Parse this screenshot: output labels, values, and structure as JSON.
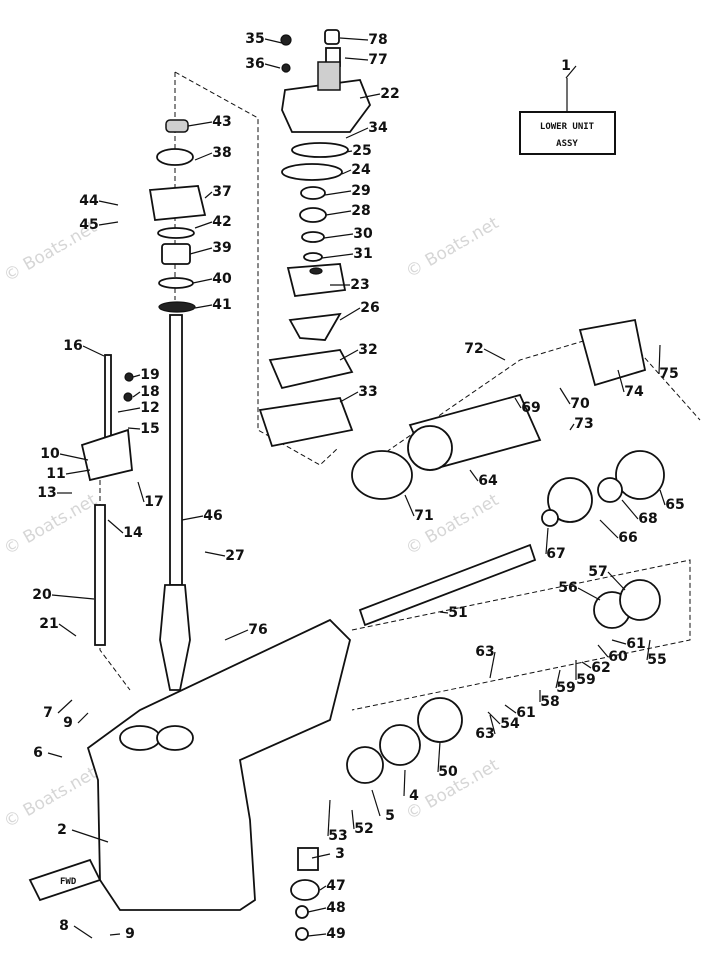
{
  "watermark": "© Boats.net",
  "assembly_box": {
    "line1": "LOWER UNIT",
    "line2": "ASSY",
    "ref": "1"
  },
  "fwd_label": "FWD",
  "part_numbers": [
    "1",
    "2",
    "3",
    "4",
    "5",
    "6",
    "7",
    "8",
    "9",
    "9",
    "10",
    "11",
    "12",
    "13",
    "14",
    "15",
    "16",
    "17",
    "18",
    "19",
    "20",
    "21",
    "22",
    "23",
    "24",
    "25",
    "26",
    "27",
    "28",
    "29",
    "30",
    "31",
    "32",
    "33",
    "34",
    "35",
    "36",
    "37",
    "38",
    "39",
    "40",
    "41",
    "42",
    "43",
    "44",
    "45",
    "46",
    "47",
    "48",
    "49",
    "50",
    "51",
    "52",
    "53",
    "54",
    "55",
    "56",
    "57",
    "58",
    "59",
    "59",
    "60",
    "61",
    "61",
    "62",
    "63",
    "63",
    "64",
    "65",
    "66",
    "67",
    "68",
    "69",
    "70",
    "71",
    "72",
    "73",
    "74",
    "75",
    "76",
    "77",
    "78"
  ]
}
